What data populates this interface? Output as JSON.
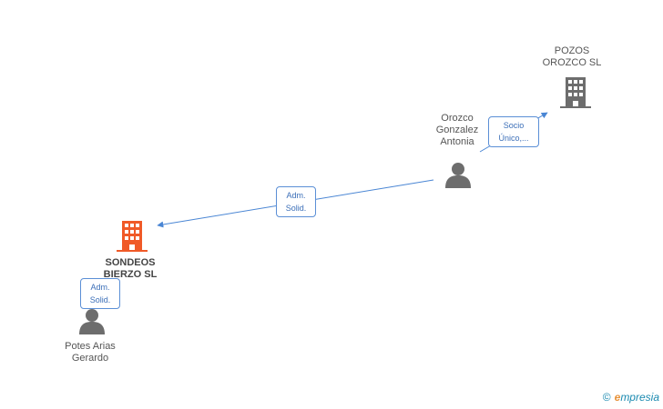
{
  "nodes": {
    "pozos": {
      "name_line1": "POZOS",
      "name_line2": "OROZCO SL",
      "color": "#6d6d6d"
    },
    "orozco": {
      "name_line1": "Orozco",
      "name_line2": "Gonzalez",
      "name_line3": "Antonia",
      "color": "#6d6d6d"
    },
    "sondeos": {
      "name_line1": "SONDEOS",
      "name_line2": "BIERZO SL",
      "color": "#f05a28"
    },
    "potes": {
      "name_line1": "Potes Arias",
      "name_line2": "Gerardo",
      "color": "#6d6d6d"
    }
  },
  "edges": {
    "orozco_to_pozos": {
      "line1": "Socio",
      "line2": "Único,..."
    },
    "orozco_to_sondeos": {
      "line1": "Adm.",
      "line2": "Solid."
    },
    "potes_to_sondeos": {
      "line1": "Adm.",
      "line2": "Solid."
    }
  },
  "edge_color": "#4a86d4",
  "brand": {
    "copyright": "©",
    "e": "e",
    "rest": "mpresia"
  }
}
